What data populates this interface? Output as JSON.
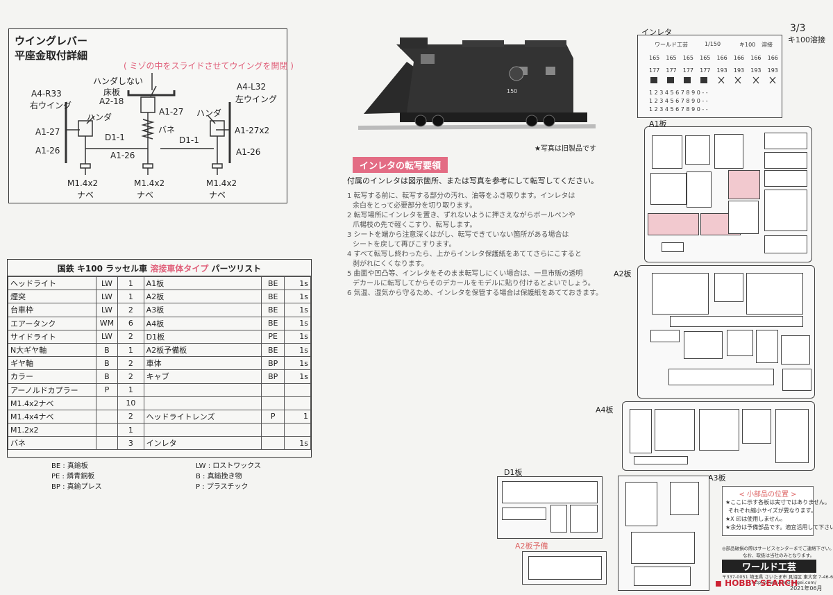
{
  "page": {
    "page_no": "3/3",
    "model_code": "キ100溶接"
  },
  "wing": {
    "title1": "ウイングレバー",
    "title2": "平座金取付詳細",
    "note": "( ミゾの中をスライドさせてウイングを開閉 )",
    "labels": {
      "handa_shinai": "ハンダしない",
      "yukaita": "床板",
      "a2_18": "A2-18",
      "a4_r33": "A4-R33",
      "migi": "右ウイング",
      "a4_l32": "A4-L32",
      "hidari": "左ウイング",
      "handa_l": "ハンダ",
      "handa_r": "ハンダ",
      "a1_27_c": "A1-27",
      "bane": "バネ",
      "a1_27_l": "A1-27",
      "a1_27x2": "A1-27x2",
      "d1_1_l": "D1-1",
      "d1_1_r": "D1-1",
      "a1_26_l": "A1-26",
      "a1_26_c": "A1-26",
      "a1_26_r": "A1-26",
      "screw_l": "M1.4x2",
      "screw_c": "M1.4x2",
      "screw_r": "M1.4x2",
      "nabe_l": "ナベ",
      "nabe_c": "ナベ",
      "nabe_r": "ナベ"
    }
  },
  "photo": {
    "caption": "★写真は旧製品です",
    "number_plate": "150"
  },
  "transfer": {
    "title": "インレタの転写要領",
    "intro": "付属のインレタは図示箇所、または写真を参考にして転写してください。",
    "steps": [
      "1 転写する前に、転写する部分の汚れ、油等をふき取ります。インレタは",
      "余白をとって必要部分を切り取ります。",
      "2 転写場所にインレタを置き、ずれないように押さえながらボールペンや",
      "爪楊枝の先で軽くこすり、転写します。",
      "3 シートを端から注意深くはがし、転写できていない箇所がある場合は",
      "シートを戻して再びこすります。",
      "4 すべて転写し終わったら、上からインレタ保護紙をあててさらにこすると",
      "剥がれにくくなります。",
      "5 曲面や凹凸等、インレタをそのまま転写しにくい場合は、一旦市販の透明",
      "デカールに転写してからそのデカールをモデルに貼り付けるとよいでしょう。",
      "6 気温、湿気から守るため、インレタを保管する場合は保護紙をあてておきます。"
    ]
  },
  "parts": {
    "title_a": "国鉄 キ100 ラッセル車 ",
    "title_b": "溶接車体タイプ",
    "title_c": " パーツリスト",
    "rows": [
      [
        "ヘッドライト",
        "LW",
        "1",
        "A1板",
        "BE",
        "1s"
      ],
      [
        "煙突",
        "LW",
        "1",
        "A2板",
        "BE",
        "1s"
      ],
      [
        "台車枠",
        "LW",
        "2",
        "A3板",
        "BE",
        "1s"
      ],
      [
        "エアータンク",
        "WM",
        "6",
        "A4板",
        "BE",
        "1s"
      ],
      [
        "サイドライト",
        "LW",
        "2",
        "D1板",
        "PE",
        "1s"
      ],
      [
        "N大ギヤ軸",
        "B",
        "1",
        "A2板予備板",
        "BE",
        "1s"
      ],
      [
        "ギヤ軸",
        "B",
        "2",
        "車体",
        "BP",
        "1s"
      ],
      [
        "カラー",
        "B",
        "2",
        "キャブ",
        "BP",
        "1s"
      ],
      [
        "アーノルドカプラー",
        "P",
        "1",
        "",
        "",
        ""
      ],
      [
        "M1.4x2ナベ",
        "",
        "10",
        "",
        "",
        ""
      ],
      [
        "M1.4x4ナベ",
        "",
        "2",
        "ヘッドライトレンズ",
        "P",
        "1"
      ],
      [
        "M1.2x2",
        "",
        "1",
        "",
        "",
        ""
      ],
      [
        "バネ",
        "",
        "3",
        "インレタ",
        "",
        "1s"
      ]
    ],
    "legend": [
      "BE : 真鍮板",
      "LW : ロストワックス",
      "PE : 燐青銅板",
      "B : 真鍮挽き物",
      "BP : 真鍮プレス",
      "P : プラスチック"
    ]
  },
  "inleta": {
    "label": "インレタ",
    "row1": [
      "ワールド工芸",
      "1/150",
      "キ100",
      "溶接"
    ],
    "row2": [
      "165",
      "165",
      "165",
      "165",
      "166",
      "166",
      "166",
      "166"
    ],
    "row3": [
      "177",
      "177",
      "177",
      "177",
      "193",
      "193",
      "193",
      "193"
    ],
    "row4": [
      "1 2 3 4 5 6 7 8 9 0 - -",
      "1 2 3 4 5 6 7 8 9 0 - -",
      "1 2 3 4 5 6 7 8 9 0 - -"
    ]
  },
  "sheets": {
    "a1": "A1板",
    "a2": "A2板",
    "a4": "A4板",
    "d1": "D1板",
    "a3": "A3板",
    "a2_spare": "A2板予備"
  },
  "small_parts": {
    "title": "< 小部品の位置 >",
    "lines": [
      "★ここに示す各板は実寸ではありません。",
      "それぞれ縮小サイズが異なります。",
      "★X 印は使用しません。",
      "★余分は予備部品です。適宜活用して下さい。"
    ]
  },
  "maker": {
    "service": "◎部品破損の際はサービスセンターまでご連絡下さい。",
    "service2": "なお、取扱は当社のみとなります。",
    "address": "〒337-0051 埼玉県 さいたま市 見沼区 東大宮 7-46-6",
    "name": "ワールド工芸",
    "url": "http://www.world-kogei.com/",
    "date": "2021年06月"
  },
  "watermark": {
    "text": "HOBBY SEARCH"
  }
}
